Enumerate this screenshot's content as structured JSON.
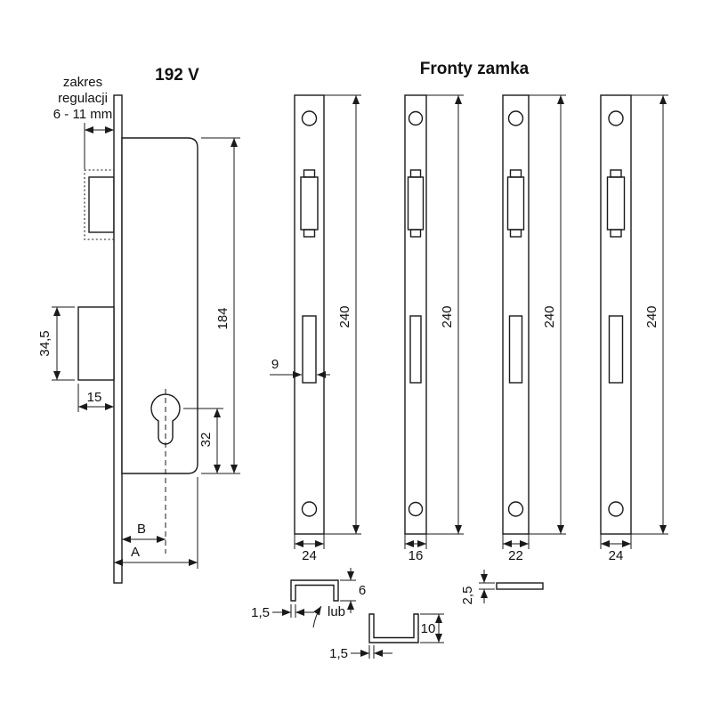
{
  "drawing": {
    "background": "#ffffff",
    "line_color": "#1a1a1a"
  },
  "left_view": {
    "title": "192 V",
    "note": {
      "line1": "zakres",
      "line2": "regulacji",
      "line3": "6 - 11 mm"
    },
    "dims": {
      "case_height": "184",
      "deadbolt_height": "34,5",
      "deadbolt_throw": "15",
      "cylinder_offset": "32",
      "dim_b": "B",
      "dim_a": "A"
    }
  },
  "fronts": {
    "title": "Fronty zamka",
    "cutout_width": "9",
    "plates": [
      {
        "height": "240",
        "width": "24"
      },
      {
        "height": "240",
        "width": "16"
      },
      {
        "height": "240",
        "width": "22"
      },
      {
        "height": "240",
        "width": "24"
      }
    ]
  },
  "profiles": {
    "u_down": {
      "height": "6",
      "thickness": "1,5"
    },
    "or_label": "lub",
    "u_up": {
      "height": "10",
      "thickness": "1,5"
    },
    "flat": {
      "thickness": "2,5"
    }
  }
}
